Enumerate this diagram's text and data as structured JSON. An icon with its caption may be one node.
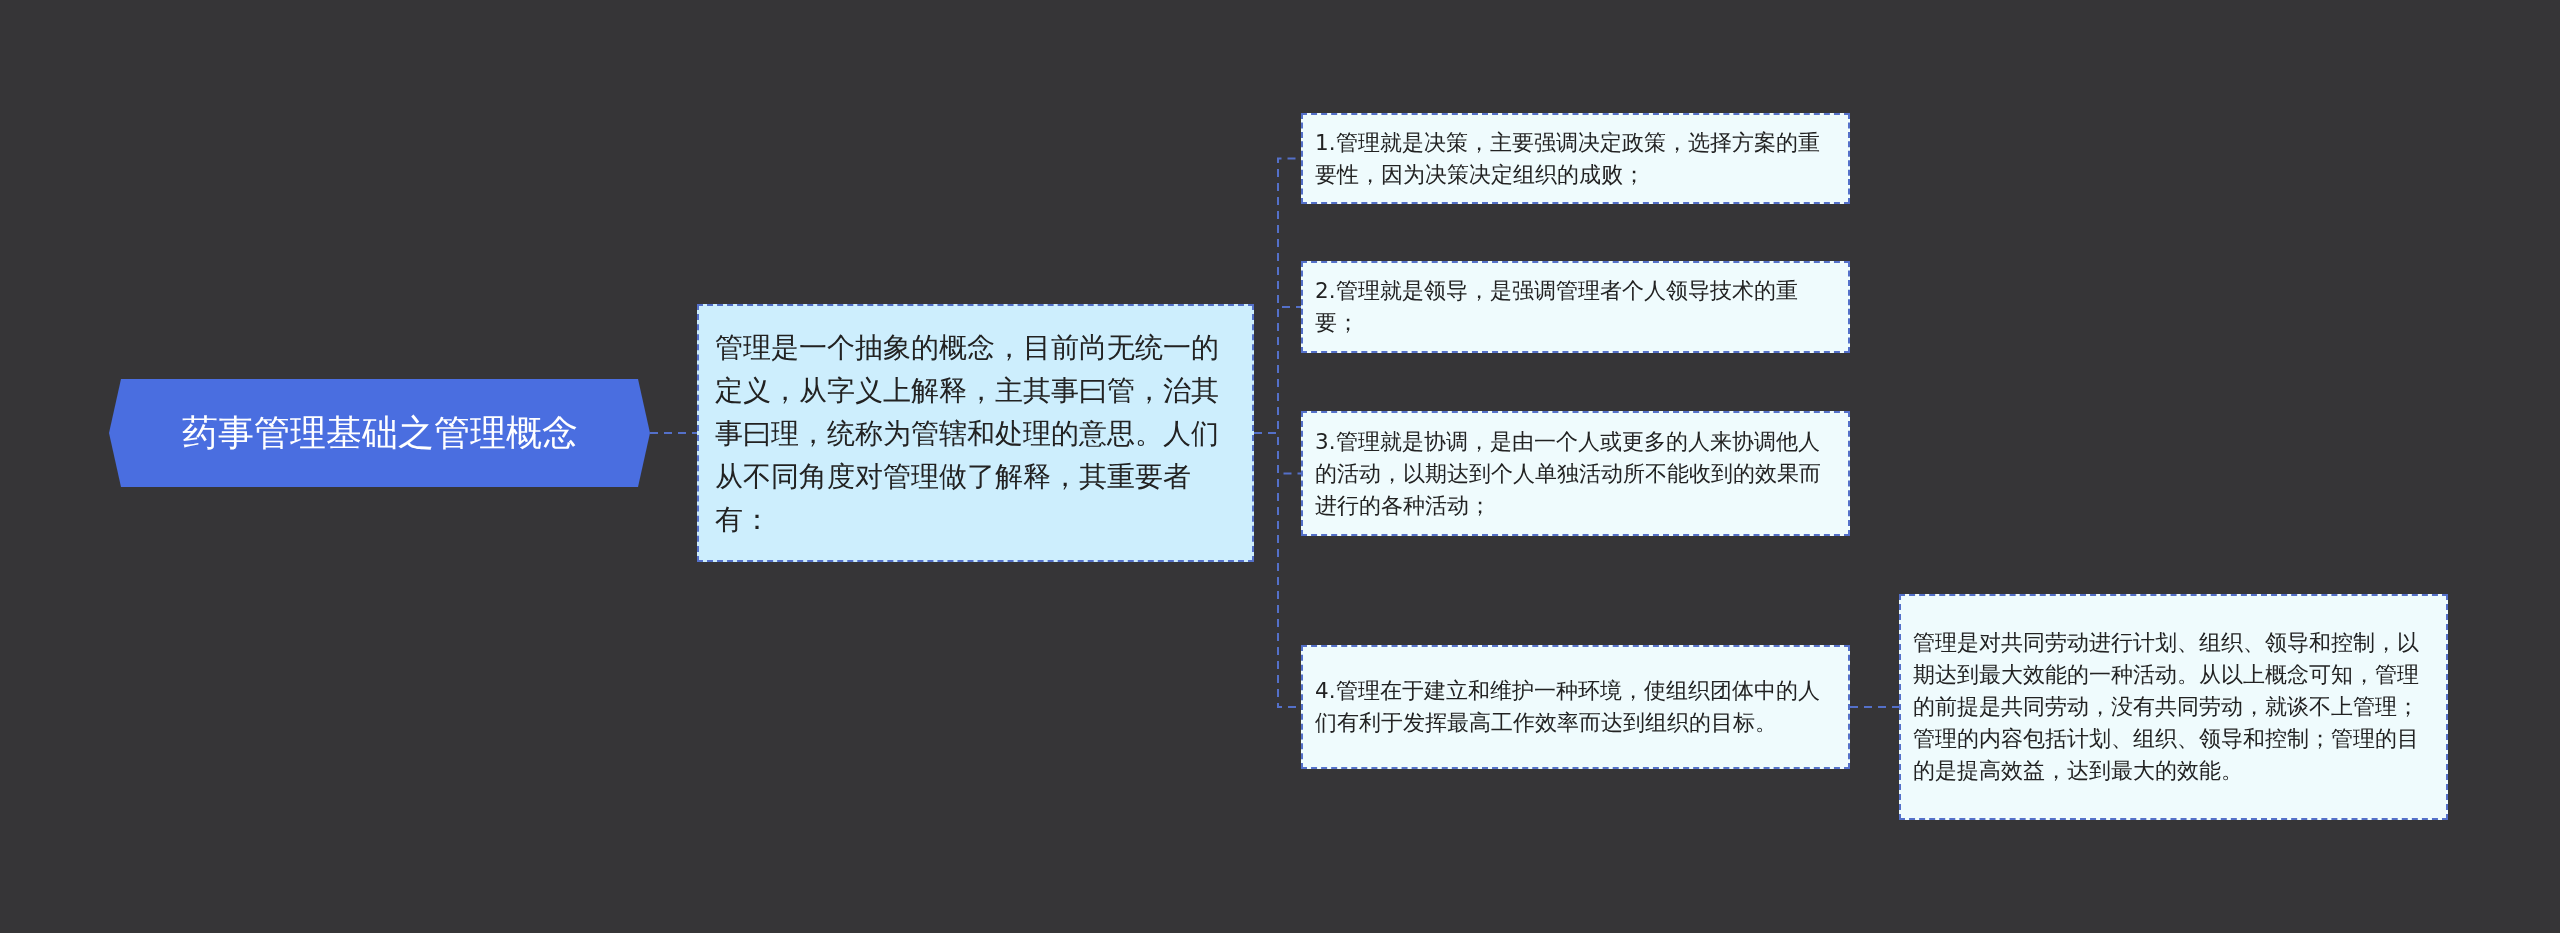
{
  "diagram": {
    "nodes": [
      {
        "text": [
          "药事管理基础之管理概念"
        ]
      },
      {
        "text": [
          "管理是一个抽象的概念，目前尚无统一的定义，从字义上解释，主其事曰管，治其事曰理，统称为管辖和处理的意思。人们从不同角度对管理做了解释，其重要者有："
        ]
      },
      {
        "text": [
          "1.管理就是决策，主要强调决定政策，选择方案的重要性，因为决策决定组织的成败；"
        ]
      },
      {
        "text": [
          "2.管理就是领导，是强调管理者个人领导技术的重要；"
        ]
      },
      {
        "text": [
          "3.管理就是协调，是由一个人或更多的人来协调他人的活动，以期达到个人单独活动所不能收到的效果而进行的各种活动；"
        ]
      },
      {
        "text": [
          "4.管理在于建立和维护一种环境，使组织团体中的人们有利于发挥最高工作效率而达到组织的目标。"
        ]
      },
      {
        "text": [
          "管理是对共同劳动进行计划、组织、领导和控制，以期达到最大效能的一种活动。从以上概念可知，管理的前提是共同劳动，没有共同劳动，就谈不上管理；管理的内容包括计划、组织、领导和控制；管理的目的是提高效益，达到最大的效能。"
        ]
      }
    ],
    "edges": [
      {
        "from": 0,
        "to": 1,
        "arrow": "none",
        "style": "dashed"
      },
      {
        "from": 1,
        "to": 2,
        "arrow": "none",
        "style": "dashed"
      },
      {
        "from": 1,
        "to": 3,
        "arrow": "none",
        "style": "dashed"
      },
      {
        "from": 1,
        "to": 4,
        "arrow": "none",
        "style": "dashed"
      },
      {
        "from": 1,
        "to": 5,
        "arrow": "none",
        "style": "dashed"
      },
      {
        "from": 5,
        "to": 6,
        "arrow": "none",
        "style": "dashed"
      }
    ]
  }
}
